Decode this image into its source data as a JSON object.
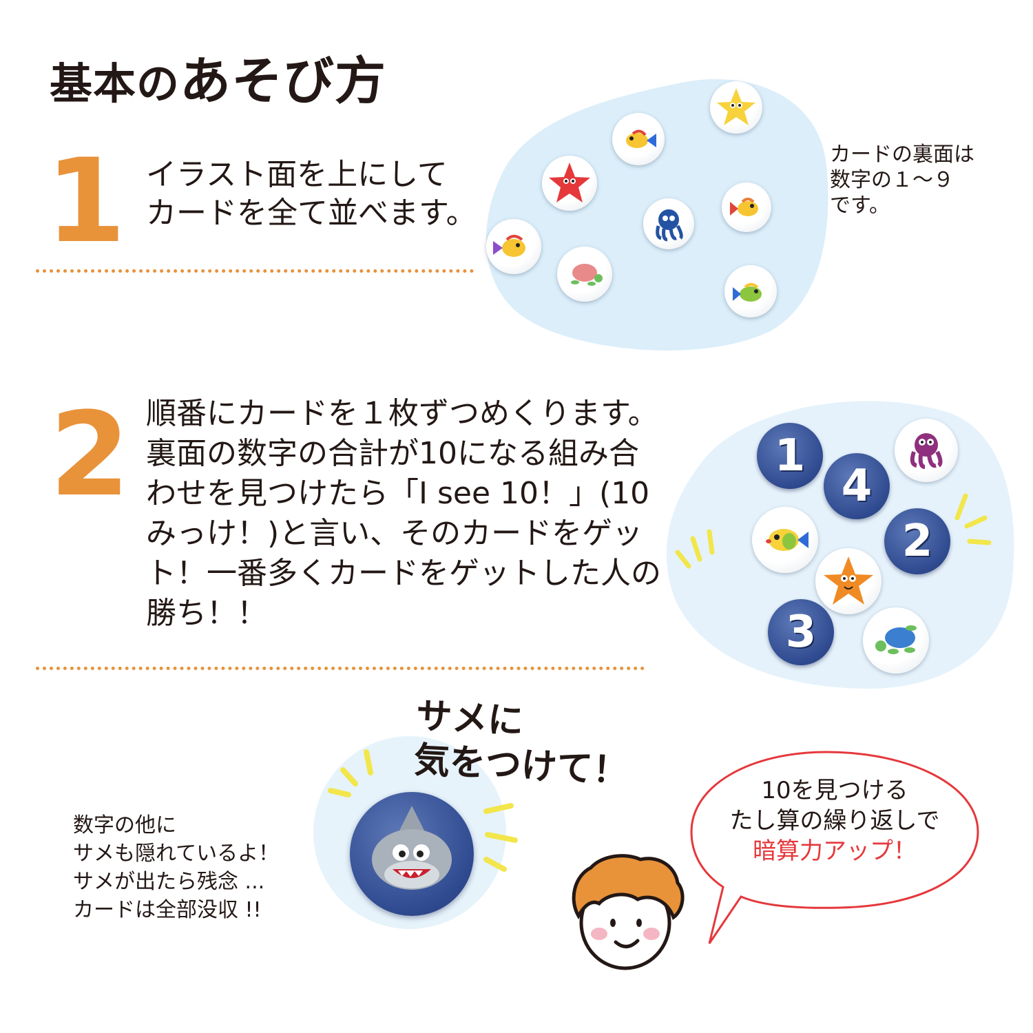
{
  "title": {
    "part1": "基本の",
    "part2": "あそび方"
  },
  "step1": {
    "number": "1",
    "text": "イラスト面を上にして\nカードを全て並べます。",
    "side_note": "カードの裏面は\n数字の１～９\nです。"
  },
  "step2": {
    "number": "2",
    "text": "順番にカードを１枚ずつめくります。\n裏面の数字の合計が10になる組み合\nわせを見つけたら「I see 10！」(10\nみっけ！)と言い、そのカードをゲッ\nト！一番多くカードをゲットした人の\n勝ち！！",
    "number_cards": [
      "1",
      "4",
      "2",
      "3"
    ]
  },
  "shark": {
    "warning": "サメに\n気をつけて！",
    "note": "数字の他に\nサメも隠れているよ！\nサメが出たら残念 ...\nカードは全部没収 !!"
  },
  "speech": {
    "line1": "10を見つける",
    "line2": "たし算の繰り返しで",
    "line3": "暗算力アップ！"
  },
  "colors": {
    "accent_orange": "#e8923a",
    "water_blue": "#dbeefa",
    "card_navy": "#2f4a8f",
    "highlight_red": "#e5383b",
    "spark_yellow": "#f2e64b"
  }
}
